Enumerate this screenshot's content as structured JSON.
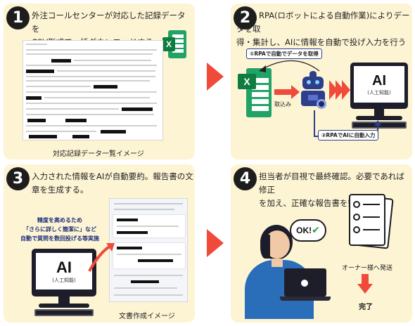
{
  "steps": [
    {
      "number": "1",
      "text_line1": "外注コールセンターが対応した記録データを",
      "text_line2": "CSV形式で一括ダウンロードする",
      "caption": "対応記録データ一覧イメージ"
    },
    {
      "number": "2",
      "text_line1": "RPA(ロボットによる自動作業)によりデータを取",
      "text_line2": "得・集計し、AIに情報を自動で投げ入力を行う",
      "label_top": "①RPAで自動でデータを取得",
      "label_bottom": "②RPAでAIに自動入力",
      "label_load": "取込み"
    },
    {
      "number": "3",
      "text_line1": "入力された情報をAIが自動要約。報告書の文",
      "text_line2": "章を生成する。",
      "note_line1": "精度を高めるため",
      "note_line2": "「さらに詳しく簡潔に」など",
      "note_line3": "自動で質問を数回投げる等実施",
      "caption": "文書作成イメージ"
    },
    {
      "number": "4",
      "text_line1": "担当者が目視で最終確認。必要であれば修正",
      "text_line2": "を加え、正確な報告書を完成させる。",
      "ok_label": "OK!",
      "send_label": "オーナー様へ発送",
      "done_label": "完了"
    }
  ],
  "ai": {
    "label": "AI",
    "sublabel": "(人工知能)"
  },
  "excel": {
    "letter": "X"
  },
  "colors": {
    "panel": "#fdf4d4",
    "arrow": "#f04a3a",
    "accent_blue": "#2d3e8a",
    "excel_green": "#107c41"
  }
}
